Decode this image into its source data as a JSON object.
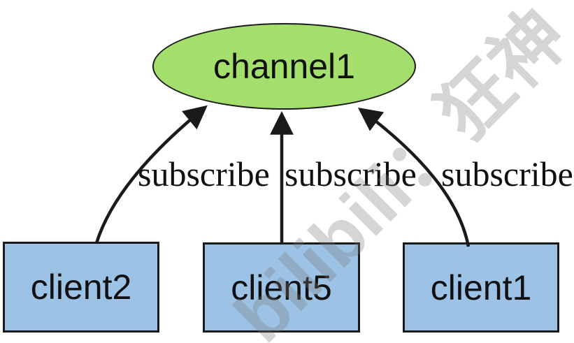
{
  "diagram": {
    "channel": {
      "label": "channel1"
    },
    "clients": [
      {
        "label": "client2"
      },
      {
        "label": "client5"
      },
      {
        "label": "client1"
      }
    ],
    "edges": [
      {
        "label": "subscribe",
        "from": "client2",
        "to": "channel1"
      },
      {
        "label": "subscribe",
        "from": "client5",
        "to": "channel1"
      },
      {
        "label": "subscribe",
        "from": "client1",
        "to": "channel1"
      }
    ],
    "watermark_text": "bilibili：狂神",
    "colors": {
      "channel_fill": "#a4df6e",
      "client_fill": "#9cc2e5",
      "stroke": "#1a1a1a",
      "watermark_gray": "#787878"
    }
  }
}
